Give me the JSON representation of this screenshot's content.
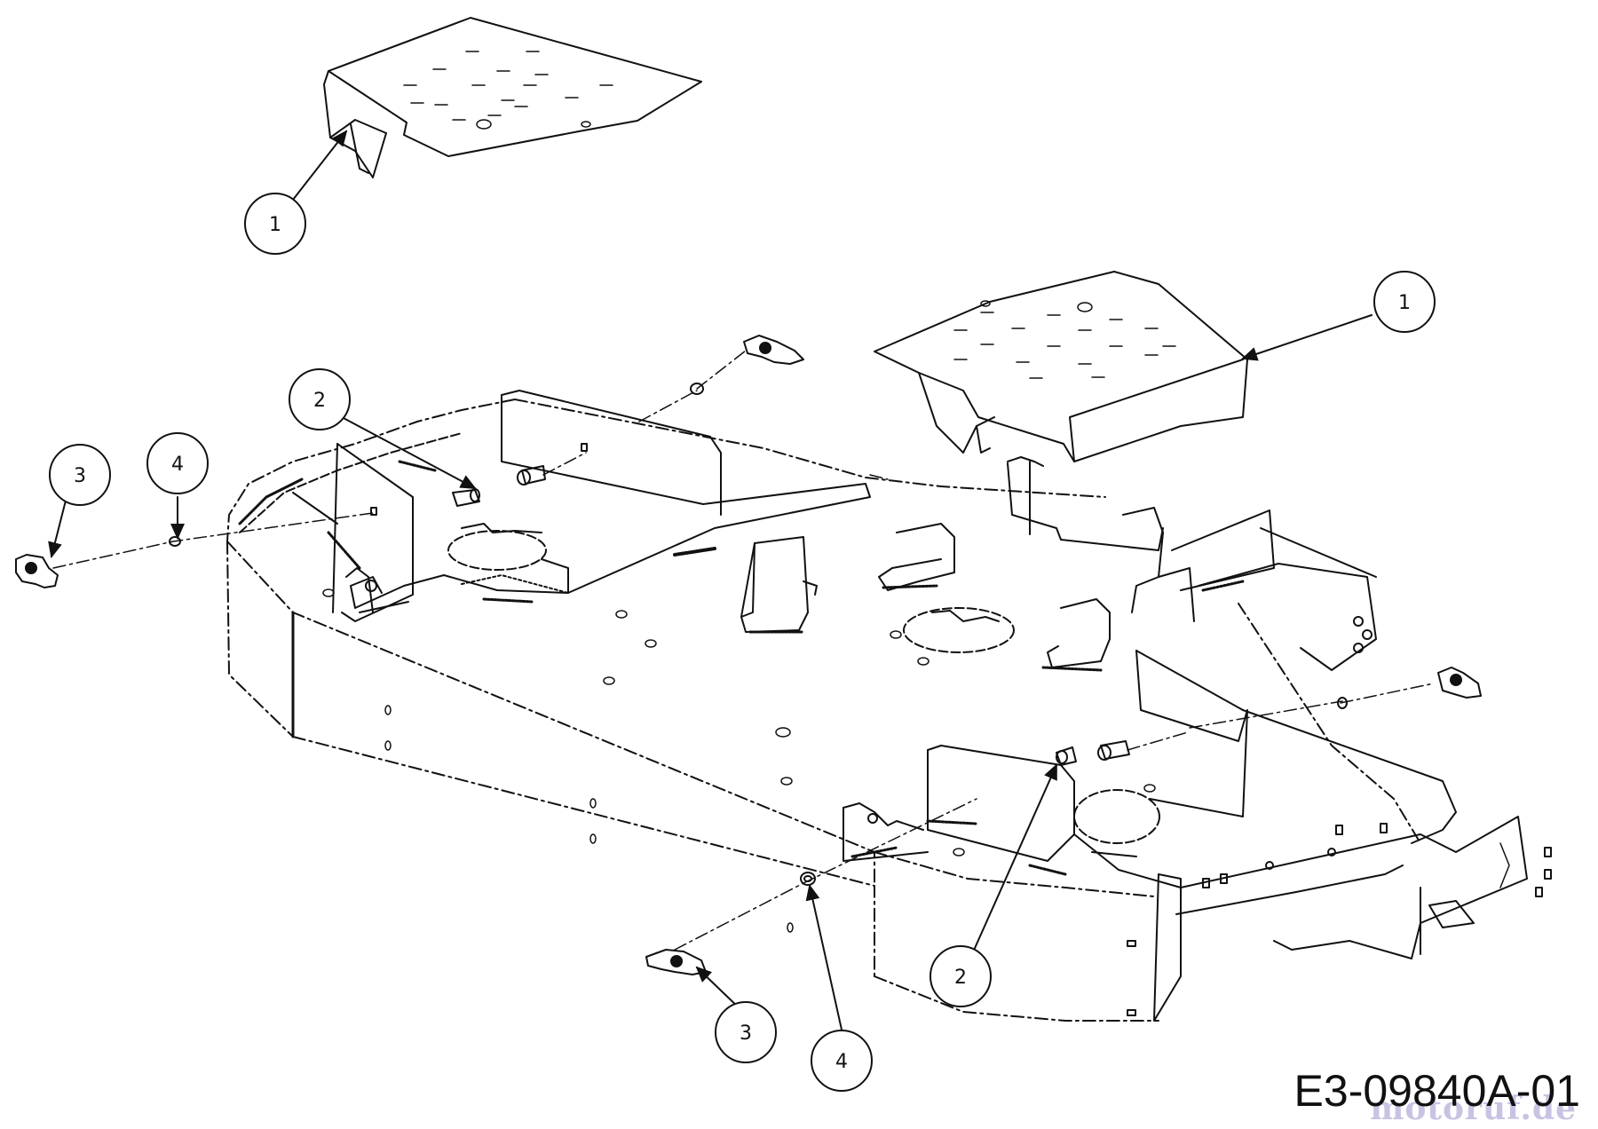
{
  "diagram": {
    "drawing_code": "E3-09840A-01",
    "watermark": "motoruf.de",
    "callouts": [
      {
        "id": "c1a",
        "label": "1"
      },
      {
        "id": "c1b",
        "label": "1"
      },
      {
        "id": "c2a",
        "label": "2"
      },
      {
        "id": "c2b",
        "label": "2"
      },
      {
        "id": "c3a",
        "label": "3"
      },
      {
        "id": "c3b",
        "label": "3"
      },
      {
        "id": "c4a",
        "label": "4"
      },
      {
        "id": "c4b",
        "label": "4"
      }
    ]
  }
}
